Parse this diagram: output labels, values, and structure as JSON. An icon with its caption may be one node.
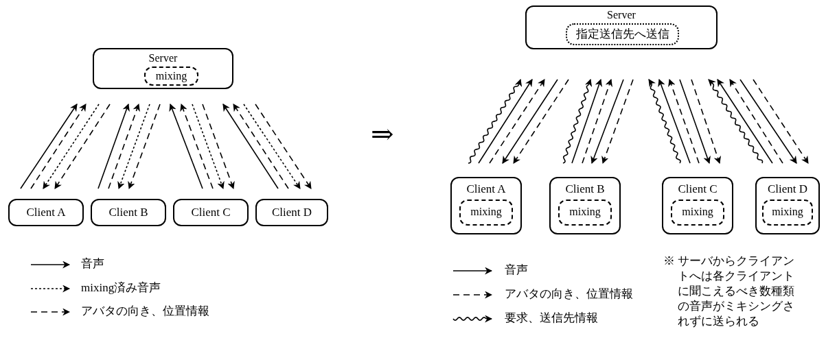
{
  "diagram": {
    "nodes": [
      {
        "text": [
          "Server"
        ]
      },
      {
        "text": [
          "mixing"
        ],
        "in": 0
      },
      {
        "text": [
          "Client A"
        ]
      },
      {
        "text": [
          "Client B"
        ]
      },
      {
        "text": [
          "Client C"
        ]
      },
      {
        "text": [
          "Client D"
        ]
      },
      {
        "text": [
          "Server"
        ]
      },
      {
        "text": [
          "指定送信先へ送信"
        ],
        "in": 6
      },
      {
        "text": [
          "Client A"
        ]
      },
      {
        "text": [
          "mixing"
        ],
        "in": 8
      },
      {
        "text": [
          "Client B"
        ]
      },
      {
        "text": [
          "mixing"
        ],
        "in": 10
      },
      {
        "text": [
          "Client C"
        ]
      },
      {
        "text": [
          "mixing"
        ],
        "in": 12
      },
      {
        "text": [
          "Client D"
        ]
      },
      {
        "text": [
          "mixing"
        ],
        "in": 14
      }
    ],
    "edges": [
      {
        "from": 2,
        "to": 0,
        "arrow": "to"
      },
      {
        "from": 2,
        "to": 0,
        "arrow": "to",
        "style": "dashed"
      },
      {
        "from": 0,
        "to": 2,
        "arrow": "to",
        "style": "dashed"
      },
      {
        "from": 0,
        "to": 2,
        "arrow": "to",
        "style": "dashed"
      },
      {
        "from": 3,
        "to": 0,
        "arrow": "to"
      },
      {
        "from": 3,
        "to": 0,
        "arrow": "to",
        "style": "dashed"
      },
      {
        "from": 0,
        "to": 3,
        "arrow": "to",
        "style": "dashed"
      },
      {
        "from": 0,
        "to": 3,
        "arrow": "to",
        "style": "dashed"
      },
      {
        "from": 4,
        "to": 0,
        "arrow": "to"
      },
      {
        "from": 4,
        "to": 0,
        "arrow": "to",
        "style": "dashed"
      },
      {
        "from": 0,
        "to": 4,
        "arrow": "to",
        "style": "dashed"
      },
      {
        "from": 0,
        "to": 4,
        "arrow": "to",
        "style": "dashed"
      },
      {
        "from": 5,
        "to": 0,
        "arrow": "to"
      },
      {
        "from": 5,
        "to": 0,
        "arrow": "to",
        "style": "dashed"
      },
      {
        "from": 0,
        "to": 5,
        "arrow": "to",
        "style": "dashed"
      },
      {
        "from": 0,
        "to": 5,
        "arrow": "to",
        "style": "dashed"
      },
      {
        "from": 8,
        "to": 6,
        "arrow": "to"
      },
      {
        "from": 8,
        "to": 6,
        "arrow": "to"
      },
      {
        "from": 8,
        "to": 6,
        "arrow": "to",
        "style": "dashed"
      },
      {
        "from": 6,
        "to": 8,
        "arrow": "to"
      },
      {
        "from": 6,
        "to": 8,
        "arrow": "to",
        "style": "dashed"
      },
      {
        "from": 10,
        "to": 6,
        "arrow": "to"
      },
      {
        "from": 10,
        "to": 6,
        "arrow": "to"
      },
      {
        "from": 10,
        "to": 6,
        "arrow": "to",
        "style": "dashed"
      },
      {
        "from": 6,
        "to": 10,
        "arrow": "to"
      },
      {
        "from": 6,
        "to": 10,
        "arrow": "to",
        "style": "dashed"
      },
      {
        "from": 12,
        "to": 6,
        "arrow": "to"
      },
      {
        "from": 12,
        "to": 6,
        "arrow": "to"
      },
      {
        "from": 12,
        "to": 6,
        "arrow": "to",
        "style": "dashed"
      },
      {
        "from": 6,
        "to": 12,
        "arrow": "to"
      },
      {
        "from": 6,
        "to": 12,
        "arrow": "to",
        "style": "dashed"
      },
      {
        "from": 14,
        "to": 6,
        "arrow": "to"
      },
      {
        "from": 14,
        "to": 6,
        "arrow": "to"
      },
      {
        "from": 14,
        "to": 6,
        "arrow": "to",
        "style": "dashed"
      },
      {
        "from": 6,
        "to": 14,
        "arrow": "to"
      },
      {
        "from": 6,
        "to": 14,
        "arrow": "to",
        "style": "dashed"
      }
    ],
    "labels": [
      "⇒",
      "※ サーバからクライアントへは各クライアントに聞こえるべき数種類の音声がミキシングされずに送られる"
    ],
    "legend": [
      {
        "text": "音声"
      },
      {
        "text": "mixing済み音声"
      },
      {
        "text": "アバタの向き、位置情報"
      },
      {
        "text": "音声"
      },
      {
        "text": "アバタの向き、位置情報"
      },
      {
        "text": "要求、送信先情報"
      }
    ]
  }
}
